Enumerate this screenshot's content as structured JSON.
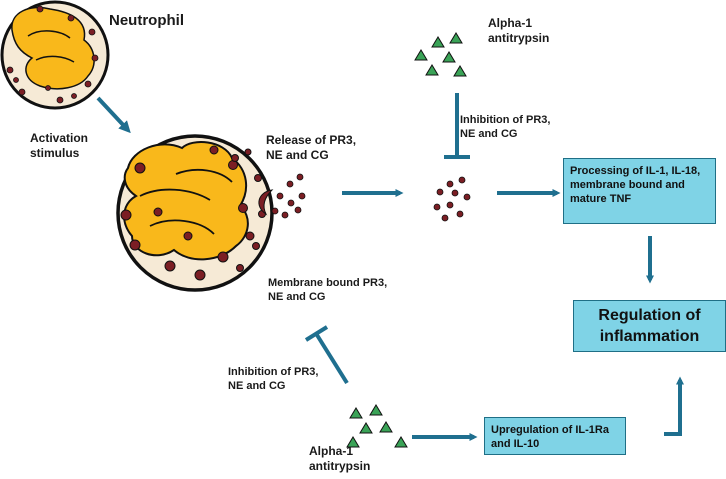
{
  "labels": {
    "neutrophil": "Neutrophil",
    "activation": "Activation\nstimulus",
    "release": "Release of PR3,\nNE and CG",
    "alpha_top": "Alpha-1\nantitrypsin",
    "inhibition_top": "Inhibition of PR3,\nNE and CG",
    "membrane": "Membrane bound PR3,\nNE and CG",
    "inhibition_bottom": "Inhibition of PR3,\nNE and CG",
    "alpha_bottom": "Alpha-1\nantitrypsin"
  },
  "boxes": {
    "processing": "Processing of IL-1, IL-18,\nmembrane bound and\nmature TNF",
    "regulation": "Regulation of\ninflammation",
    "upregulation": "Upregulation of IL-1Ra\nand IL-10"
  },
  "colors": {
    "arrow": "#1f6f8f",
    "box_fill": "#7fd3e6",
    "nucleus": "#f9b81b",
    "granule": "#7b1e24",
    "cell_fill": "#f6ead6",
    "antitrypsin": "#3aa357"
  }
}
